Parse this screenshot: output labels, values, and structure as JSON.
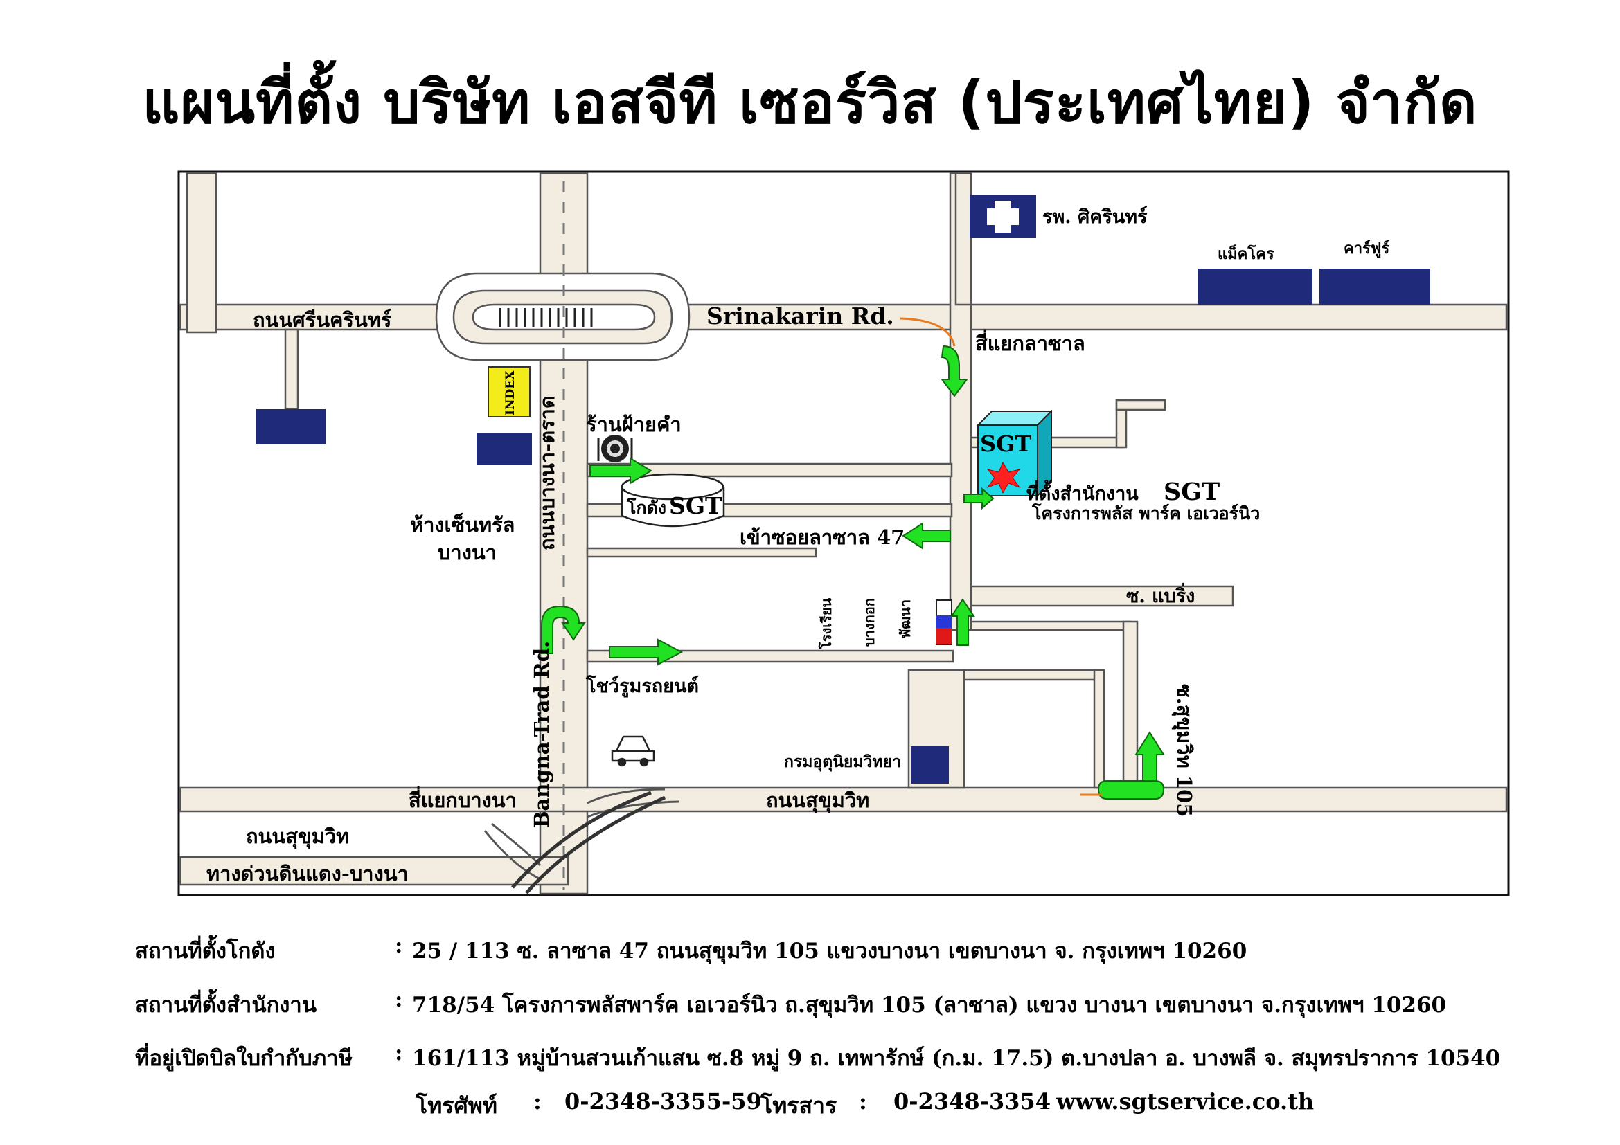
{
  "title": "แผนที่ตั้ง บริษัท เอสจีที เซอร์วิส (ประเทศไทย) จำกัด",
  "map": {
    "roads": {
      "srinakarin_th": "ถนนศรีนครินทร์",
      "srinakarin_en": "Srinakarin Rd.",
      "bangna_trad_th": "ถนนบางนา-ตราด",
      "bangna_trad_en": "Bangna-Trad Rd.",
      "sukhumvit_th": "ถนนสุขุมวิท",
      "expressway": "ทางด่วนดินแดง-บางนา",
      "soi_lasalle47": "เข้าซอยลาซาล 47",
      "soi_bering": "ซ. แบริ่ง",
      "sukhumvit105": "ซ.สุขุมวิท 105"
    },
    "junctions": {
      "lasalle": "สี่แยกลาซาล",
      "bangna": "สี่แยกบางนา"
    },
    "places": {
      "hospital": "รพ. ศิครินทร์",
      "makro": "แม็คโคร",
      "carrefour": "คาร์ฟูร์",
      "index": "INDEX",
      "restaurant": "ร้านฝ้ายคำ",
      "warehouse_prefix": "โกดัง",
      "warehouse_name": "SGT",
      "central_line1": "ห้างเซ็นทรัล",
      "central_line2": "บางนา",
      "showroom": "โชว์รูมรถยนต์",
      "school_line1": "โรงเรียน",
      "school_line2": "บางกอก",
      "school_line3": "พัฒนา",
      "met_dept": "กรมอุตุนิยมวิทยา",
      "sgt_box": "SGT",
      "office_prefix": "ที่ตั้งสำนักงาน",
      "office_name": "SGT",
      "office_project": "โครงการพลัส พาร์ค เอเวอร์นิว"
    },
    "colors": {
      "road": "#f3ece0",
      "road_outline": "#555555",
      "building": "#1f2a7a",
      "arrow": "#22e022",
      "sgt_box": "#20d8e8",
      "index_box": "#f4ec1a"
    }
  },
  "info": {
    "warehouse": {
      "label": "สถานที่ตั้งโกดัง",
      "sep": ":",
      "value": "25 / 113  ซ. ลาซาล 47   ถนนสุขุมวิท 105   แขวงบางนา   เขตบางนา  จ. กรุงเทพฯ  10260"
    },
    "office": {
      "label": "สถานที่ตั้งสำนักงาน",
      "sep": ":",
      "value": "718/54  โครงการพลัสพาร์ค เอเวอร์นิว ถ.สุขุมวิท 105 (ลาซาล) แขวง บางนา เขตบางนา จ.กรุงเทพฯ 10260"
    },
    "billing": {
      "label": "ที่อยู่เปิดบิลใบกำกับภาษี",
      "sep": ":",
      "value": "161/113  หมู่บ้านสวนเก้าแสน  ซ.8  หมู่ 9   ถ. เทพารักษ์ (ก.ม. 17.5)  ต.บางปลา   อ. บางพลี   จ. สมุทรปราการ   10540"
    }
  },
  "contact": {
    "phone_label": "โทรศัพท์",
    "phone_sep": ":",
    "phone": "0-2348-3355-59",
    "fax_label": "โทรสาร",
    "fax_sep": ":",
    "fax": "0-2348-3354",
    "website": "www.sgtservice.co.th"
  }
}
